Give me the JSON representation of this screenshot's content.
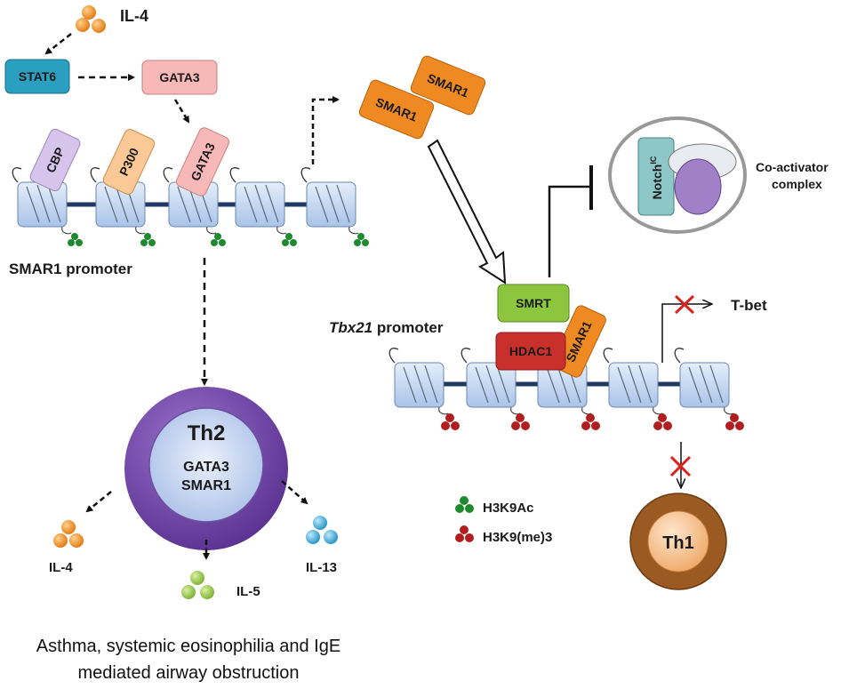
{
  "labels": {
    "il4_top": "IL-4",
    "stat6": "STAT6",
    "gata3_top": "GATA3",
    "cbp": "CBP",
    "p300": "P300",
    "gata3_bound": "GATA3",
    "smar1_a": "SMAR1",
    "smar1_b": "SMAR1",
    "smar1_promoter": "SMAR1 promoter",
    "notch": "Notch",
    "notch_sup": "IC",
    "coactivator_line1": "Co-activator",
    "coactivator_line2": "complex",
    "smrt": "SMRT",
    "hdac1": "HDAC1",
    "smar1_bound": "SMAR1",
    "tbx21_italic": "Tbx21",
    "tbx21_rest": " promoter",
    "tbet": "T-bet",
    "th2": "Th2",
    "th2_line1": "GATA3",
    "th2_line2": "SMAR1",
    "il4_bottom": "IL-4",
    "il5": "IL-5",
    "il13": "IL-13",
    "legend_ac": "H3K9Ac",
    "legend_me": "H3K9(me)3",
    "th1": "Th1",
    "caption_line1": "Asthma, systemic eosinophilia and IgE",
    "caption_line2": "mediated airway obstruction"
  },
  "colors": {
    "stat6": "#2a9fbf",
    "gata3": "#f7b8b8",
    "cbp": "#d6c4ec",
    "p300": "#fbc896",
    "smar1": "#ef8a22",
    "smrt": "#8cc63e",
    "hdac1": "#c9302c",
    "nucleosome": "#c9dcf5",
    "linker": "#1f3864",
    "acetyl_mark": "#1e8a2e",
    "methyl_mark": "#b01e1e",
    "th2_outer": "#7a4fb0",
    "th2_inner": "#c7d6f2",
    "th1_outer": "#9a5a22",
    "th1_inner": "#f7c79a",
    "il4_dots": "#f08c1c",
    "il5_dots": "#9cc94a",
    "il13_dots": "#3aa8d8",
    "inhibition_x": "#d9221c"
  }
}
